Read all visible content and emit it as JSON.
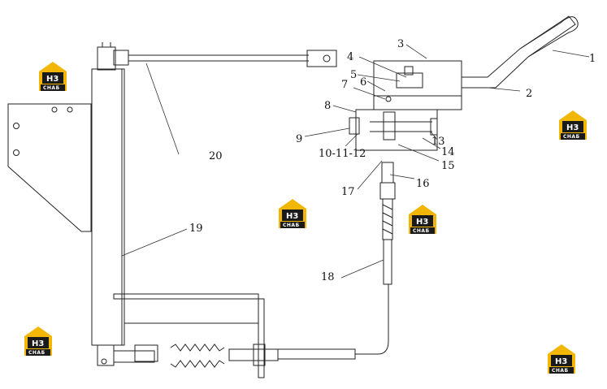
{
  "callouts": {
    "c1": "1",
    "c2": "2",
    "c3": "3",
    "c4": "4",
    "c5": "5",
    "c6": "6",
    "c7": "7",
    "c8": "8",
    "c9": "9",
    "c10_11_12": "10-11-12",
    "c13": "13",
    "c14": "14",
    "c15": "15",
    "c16": "16",
    "c17": "17",
    "c18": "18",
    "c19": "19",
    "c20": "20"
  },
  "colors": {
    "line": "#222222",
    "logo_yellow": "#f2b705",
    "logo_dark": "#1a1a1a"
  }
}
